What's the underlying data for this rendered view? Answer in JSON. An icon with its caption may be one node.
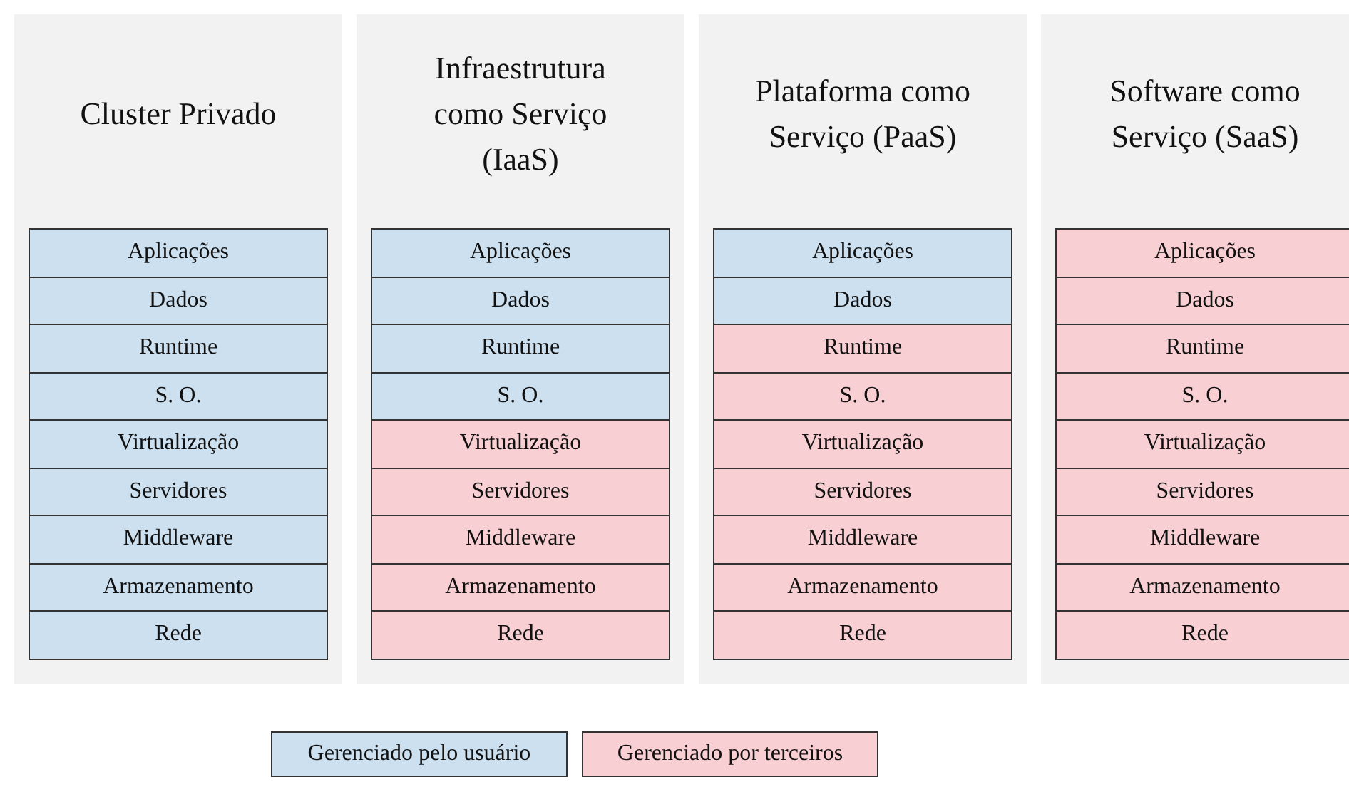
{
  "diagram": {
    "nodes": [
      {
        "text": [
          "Cluster Privado"
        ]
      },
      {
        "text": [
          "Aplicações"
        ],
        "in": 0
      },
      {
        "text": [
          "Dados"
        ],
        "in": 0
      },
      {
        "text": [
          "Runtime"
        ],
        "in": 0
      },
      {
        "text": [
          "S. O."
        ],
        "in": 0
      },
      {
        "text": [
          "Virtualização"
        ],
        "in": 0
      },
      {
        "text": [
          "Servidores"
        ],
        "in": 0
      },
      {
        "text": [
          "Middleware"
        ],
        "in": 0
      },
      {
        "text": [
          "Armazenamento"
        ],
        "in": 0
      },
      {
        "text": [
          "Rede"
        ],
        "in": 0
      },
      {
        "text": [
          "Infraestrutura como Serviço (IaaS)"
        ]
      },
      {
        "text": [
          "Aplicações"
        ],
        "in": 10
      },
      {
        "text": [
          "Dados"
        ],
        "in": 10
      },
      {
        "text": [
          "Runtime"
        ],
        "in": 10
      },
      {
        "text": [
          "S. O."
        ],
        "in": 10
      },
      {
        "text": [
          "Virtualização"
        ],
        "in": 10
      },
      {
        "text": [
          "Servidores"
        ],
        "in": 10
      },
      {
        "text": [
          "Middleware"
        ],
        "in": 10
      },
      {
        "text": [
          "Armazenamento"
        ],
        "in": 10
      },
      {
        "text": [
          "Rede"
        ],
        "in": 10
      },
      {
        "text": [
          "Plataforma como Serviço (PaaS)"
        ]
      },
      {
        "text": [
          "Aplicações"
        ],
        "in": 20
      },
      {
        "text": [
          "Dados"
        ],
        "in": 20
      },
      {
        "text": [
          "Runtime"
        ],
        "in": 20
      },
      {
        "text": [
          "S. O."
        ],
        "in": 20
      },
      {
        "text": [
          "Virtualização"
        ],
        "in": 20
      },
      {
        "text": [
          "Servidores"
        ],
        "in": 20
      },
      {
        "text": [
          "Middleware"
        ],
        "in": 20
      },
      {
        "text": [
          "Armazenamento"
        ],
        "in": 20
      },
      {
        "text": [
          "Rede"
        ],
        "in": 20
      },
      {
        "text": [
          "Software como Serviço (SaaS)"
        ]
      },
      {
        "text": [
          "Aplicações"
        ],
        "in": 30
      },
      {
        "text": [
          "Dados"
        ],
        "in": 30
      },
      {
        "text": [
          "Runtime"
        ],
        "in": 30
      },
      {
        "text": [
          "S. O."
        ],
        "in": 30
      },
      {
        "text": [
          "Virtualização"
        ],
        "in": 30
      },
      {
        "text": [
          "Servidores"
        ],
        "in": 30
      },
      {
        "text": [
          "Middleware"
        ],
        "in": 30
      },
      {
        "text": [
          "Armazenamento"
        ],
        "in": 30
      },
      {
        "text": [
          "Rede"
        ],
        "in": 30
      }
    ],
    "legend": [
      {
        "text": "Gerenciado pelo usuário",
        "color": "#cce0f0"
      },
      {
        "text": "Gerenciado por terceiros",
        "color": "#f8cfd2"
      }
    ]
  }
}
